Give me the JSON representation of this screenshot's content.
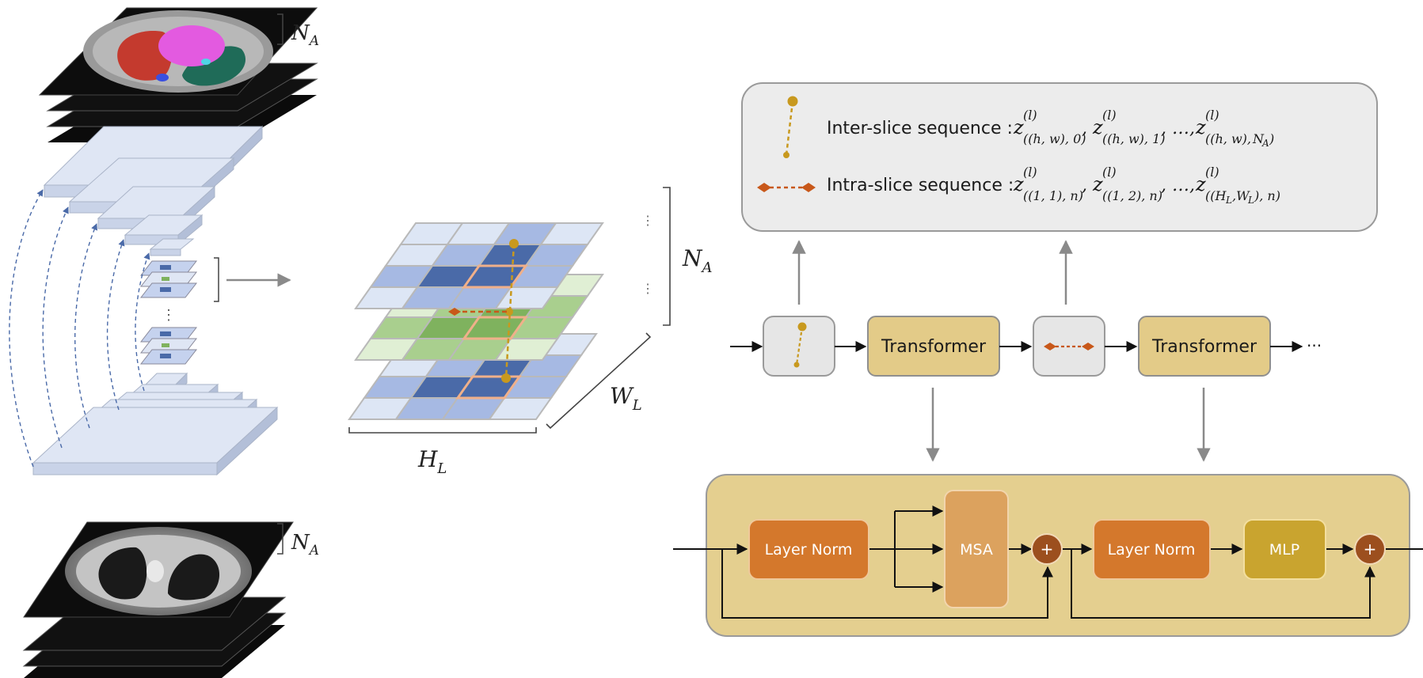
{
  "labels": {
    "na_top_base": "N",
    "na_top_sub": "A",
    "na_bottom_base": "N",
    "na_bottom_sub": "A",
    "na_grid_base": "N",
    "na_grid_sub": "A",
    "wl_base": "W",
    "wl_sub": "L",
    "hl_base": "H",
    "hl_sub": "L",
    "grid_dots": "⋮",
    "stack_dots": "⋮"
  },
  "legend": {
    "inter_label": "Inter-slice sequence :",
    "inter_formula": "z((h, w), 0)(l), z((h, w), 1)(l), …, z((h, w),NA)(l)",
    "intra_label": "Intra-slice sequence :",
    "intra_formula": "z((1, 1), n)(l), z((1, 2), n)(l), …, z((HL,WL), n)(l)"
  },
  "pipeline": {
    "transformer_1": "Transformer",
    "transformer_2": "Transformer",
    "ellipsis": "···"
  },
  "block": {
    "layer_norm_1": "Layer Norm",
    "msa": "MSA",
    "add_1": "+",
    "layer_norm_2": "Layer Norm",
    "mlp": "MLP",
    "add_2": "+"
  },
  "colors": {
    "inter_marker": "#c8991e",
    "intra_marker": "#c8581a",
    "transformer_fill": "#e3cb88",
    "block_bg": "#e4cf8f",
    "layer_norm_fill": "#d4782c",
    "msa_fill": "#dca25e",
    "mlp_fill": "#c9a42f",
    "add_fill": "#9c4f1e",
    "grid_dark": "#4a6aa8",
    "grid_mid": "#a6b9e3",
    "grid_light": "#dde6f5",
    "green_dark": "#7fb25e",
    "green_light": "#e0efd4"
  }
}
